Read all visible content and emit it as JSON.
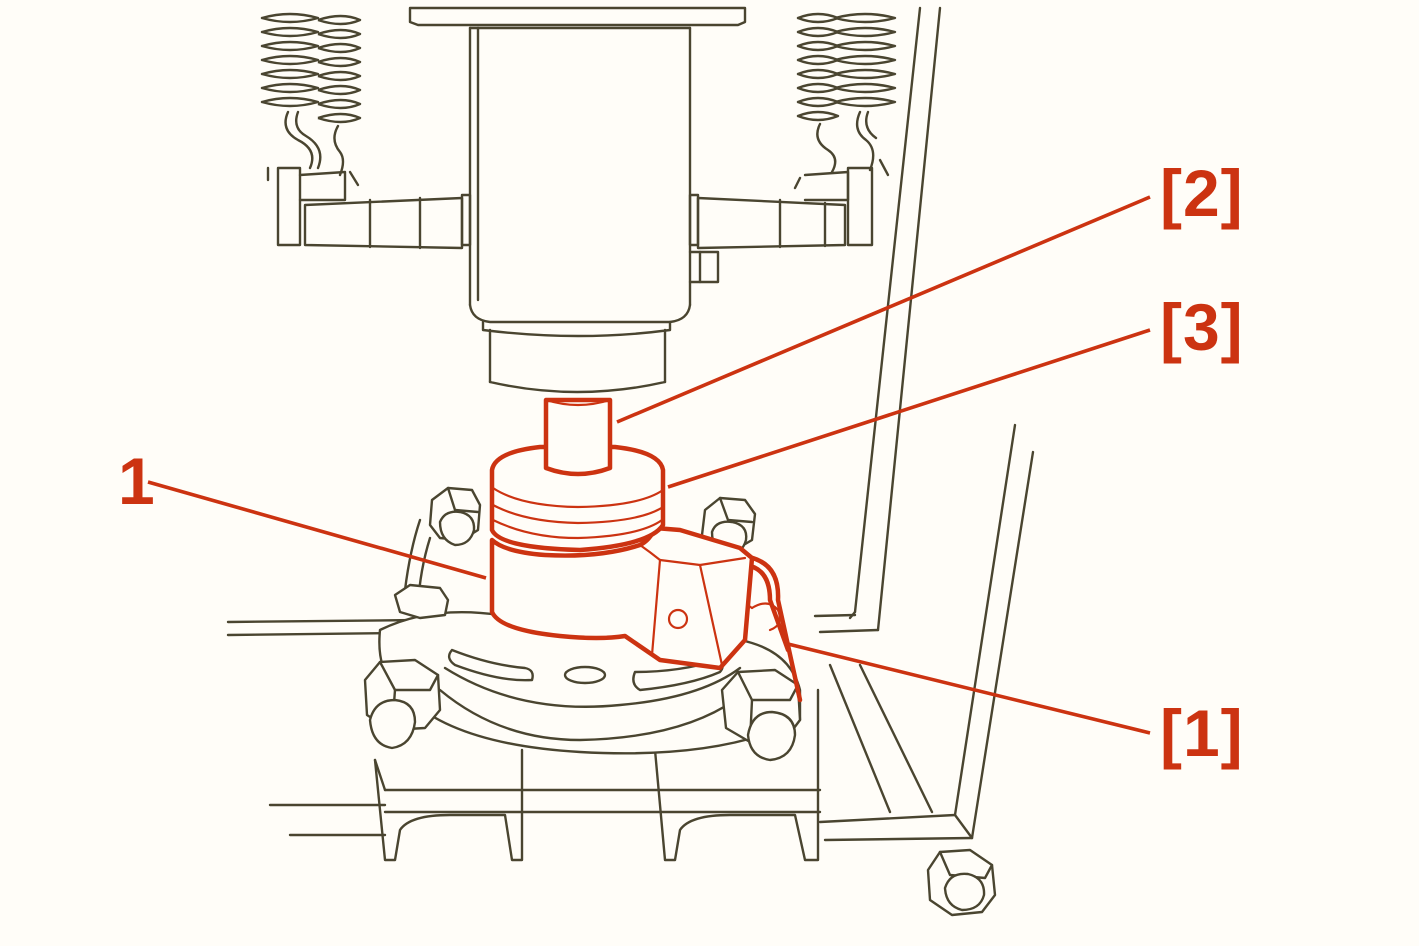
{
  "colors": {
    "line_art": "#4a4530",
    "highlight": "#cc3311",
    "background": "#fffdf8"
  },
  "callouts": {
    "part_1": "1",
    "ref_1": "[1]",
    "ref_2": "[2]",
    "ref_3": "[3]"
  }
}
